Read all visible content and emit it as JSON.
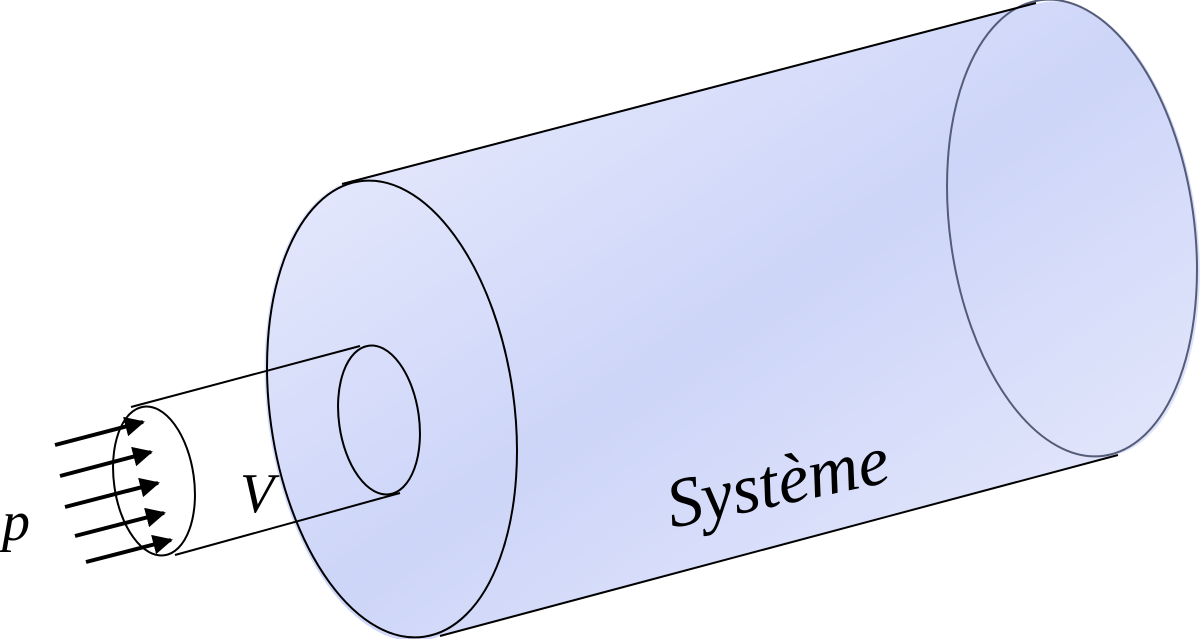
{
  "diagram": {
    "pressure_label": "p",
    "volume_label": "V",
    "system_label": "Système"
  },
  "colors": {
    "system_fill_light": "#eef0fe",
    "system_fill_dark": "#c3cdf6",
    "outline": "#000000",
    "arrow": "#000000"
  }
}
